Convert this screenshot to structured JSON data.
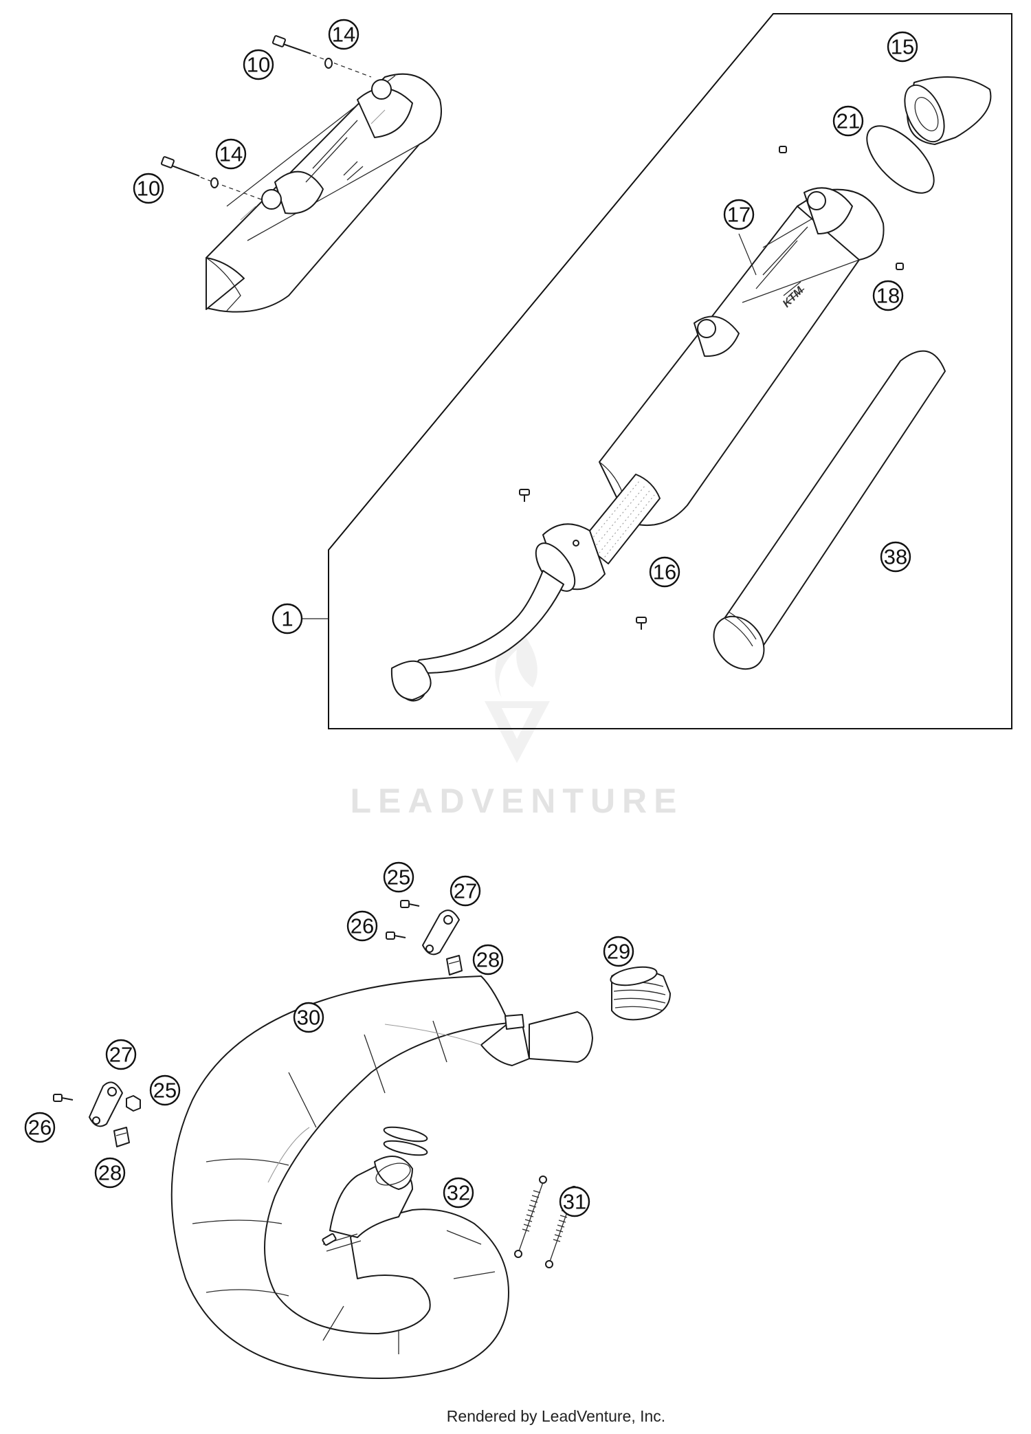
{
  "callouts": [
    {
      "id": "c1",
      "label": "1"
    },
    {
      "id": "c10a",
      "label": "10"
    },
    {
      "id": "c10b",
      "label": "10"
    },
    {
      "id": "c14a",
      "label": "14"
    },
    {
      "id": "c14b",
      "label": "14"
    },
    {
      "id": "c15",
      "label": "15"
    },
    {
      "id": "c16",
      "label": "16"
    },
    {
      "id": "c17",
      "label": "17"
    },
    {
      "id": "c18",
      "label": "18"
    },
    {
      "id": "c21",
      "label": "21"
    },
    {
      "id": "c38",
      "label": "38"
    },
    {
      "id": "c25a",
      "label": "25"
    },
    {
      "id": "c25b",
      "label": "25"
    },
    {
      "id": "c26a",
      "label": "26"
    },
    {
      "id": "c26b",
      "label": "26"
    },
    {
      "id": "c27a",
      "label": "27"
    },
    {
      "id": "c27b",
      "label": "27"
    },
    {
      "id": "c28a",
      "label": "28"
    },
    {
      "id": "c28b",
      "label": "28"
    },
    {
      "id": "c29",
      "label": "29"
    },
    {
      "id": "c30",
      "label": "30"
    },
    {
      "id": "c31",
      "label": "31"
    },
    {
      "id": "c32",
      "label": "32"
    }
  ],
  "watermark": {
    "text": "LEADVENTURE"
  },
  "footer": {
    "credit": "Rendered by LeadVenture, Inc."
  }
}
